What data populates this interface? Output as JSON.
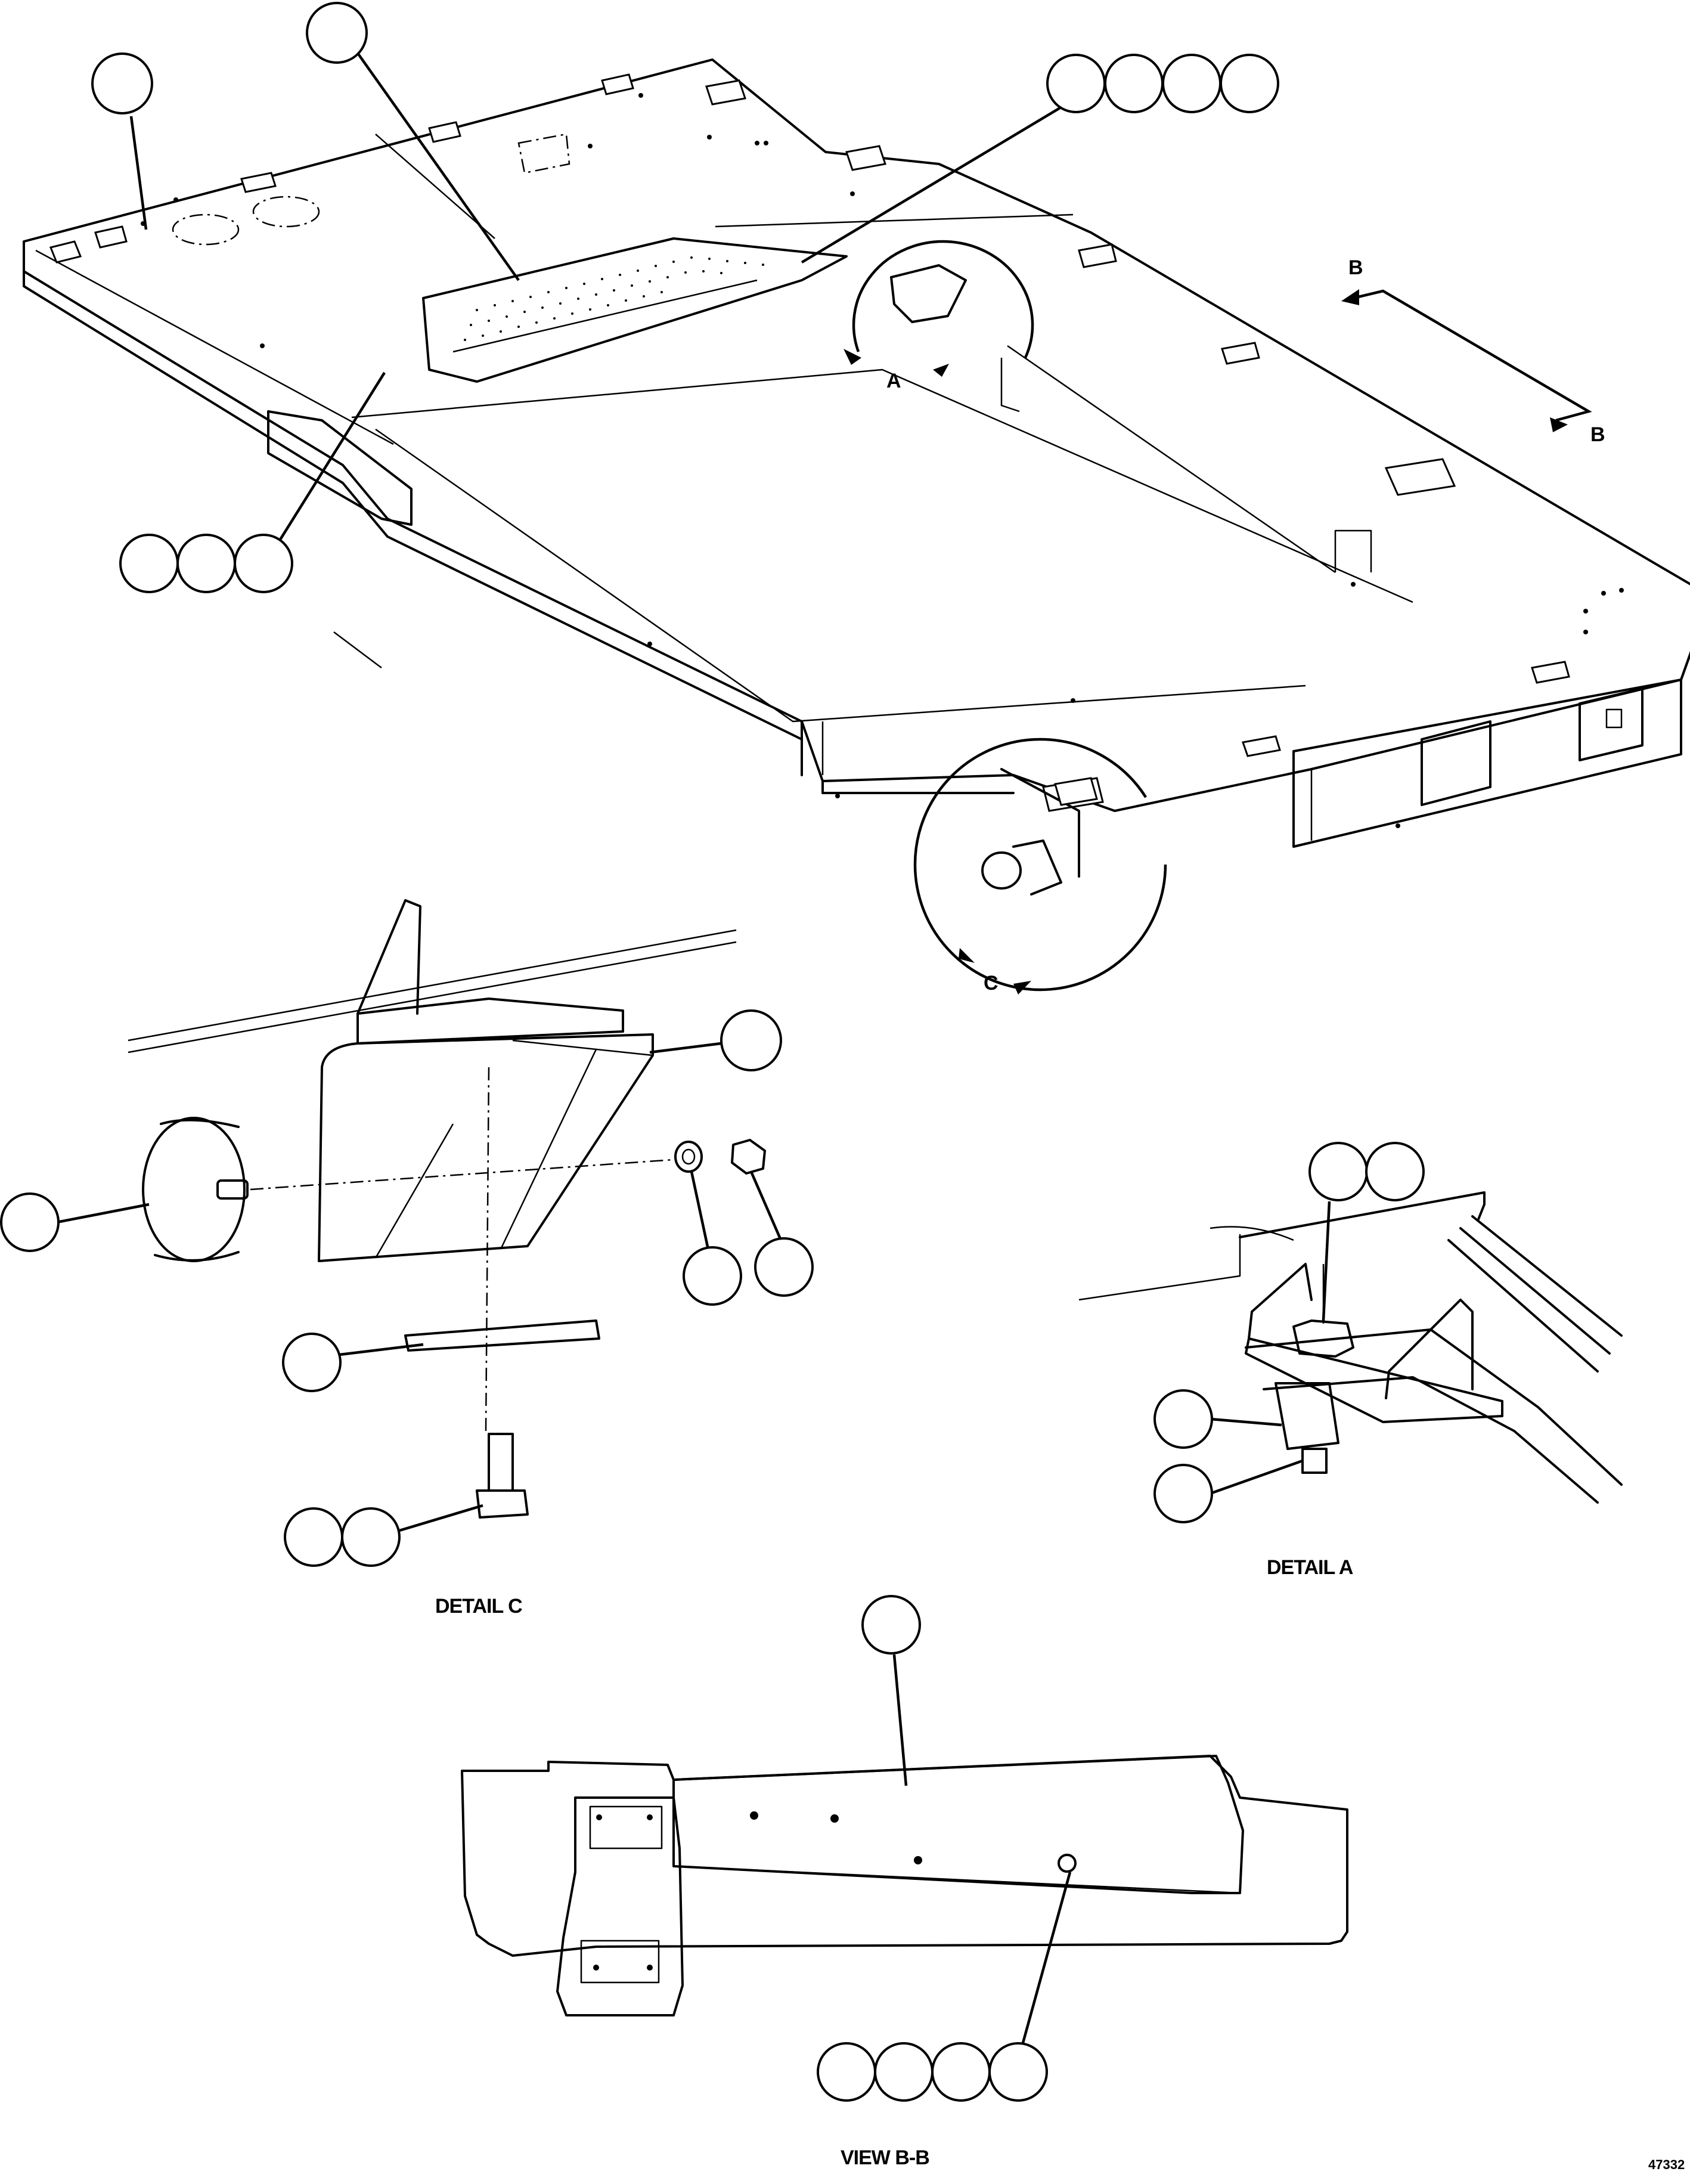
{
  "drawing": {
    "section_markers": {
      "b_top": "B",
      "b_bottom": "B"
    },
    "detail_markers": {
      "a": "A",
      "c": "C"
    },
    "captions": {
      "detail_c": "DETAIL C",
      "detail_a": "DETAIL A",
      "view_bb": "VIEW B-B"
    },
    "drawing_number": "47332"
  }
}
